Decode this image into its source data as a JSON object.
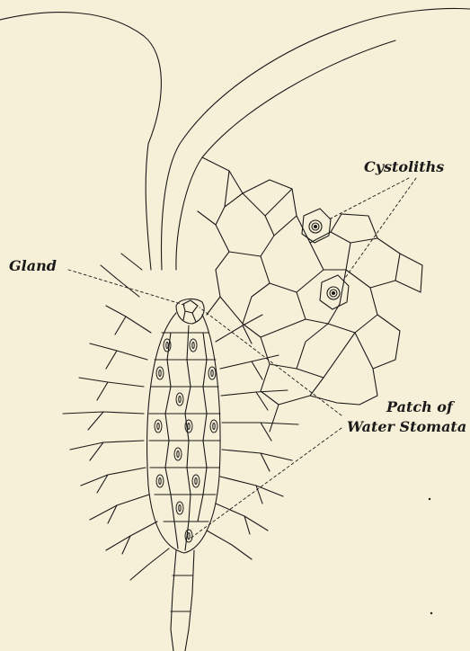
{
  "figure": {
    "background": "#f7f0d8",
    "ink": "#1a1a1a",
    "labels": {
      "cystoliths": "Cystoliths",
      "gland": "Gland",
      "patch_line1": "Patch of",
      "patch_line2": "Water Stomata"
    }
  }
}
